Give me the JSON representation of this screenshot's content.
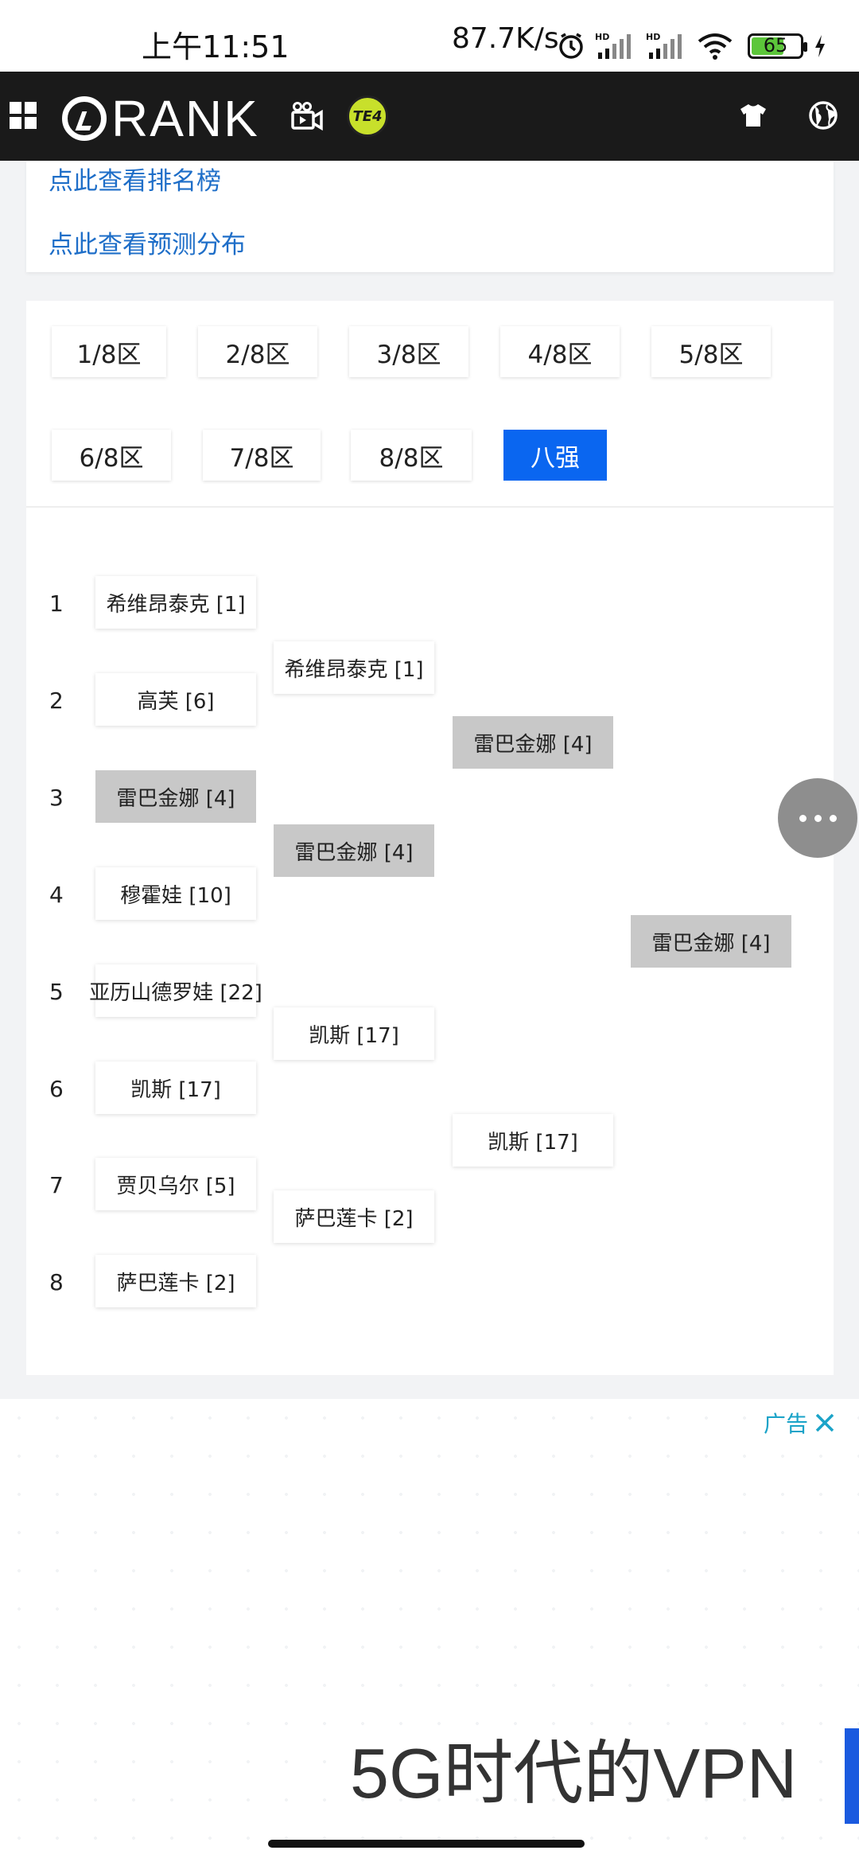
{
  "status_bar": {
    "time": "上午11:51",
    "net_speed": "87.7K/s",
    "battery": "65"
  },
  "app_bar": {
    "logo_text": "RANK",
    "badge_text": "TE4"
  },
  "links": {
    "ranking": "点此查看排名榜",
    "prediction": "点此查看预测分布"
  },
  "tabs": [
    {
      "label": "1/8区",
      "active": false
    },
    {
      "label": "2/8区",
      "active": false
    },
    {
      "label": "3/8区",
      "active": false
    },
    {
      "label": "4/8区",
      "active": false
    },
    {
      "label": "5/8区",
      "active": false
    },
    {
      "label": "6/8区",
      "active": false
    },
    {
      "label": "7/8区",
      "active": false
    },
    {
      "label": "8/8区",
      "active": false
    },
    {
      "label": "八强",
      "active": true
    }
  ],
  "bracket": {
    "seeds": [
      "1",
      "2",
      "3",
      "4",
      "5",
      "6",
      "7",
      "8"
    ],
    "round1": [
      "希维昂泰克 [1]",
      "高芙 [6]",
      "雷巴金娜 [4]",
      "穆霍娃 [10]",
      "亚历山德罗娃 [22]",
      "凯斯 [17]",
      "贾贝乌尔 [5]",
      "萨巴莲卡 [2]"
    ],
    "round2": [
      "希维昂泰克 [1]",
      "雷巴金娜 [4]",
      "凯斯 [17]",
      "萨巴莲卡 [2]"
    ],
    "round3": [
      "雷巴金娜 [4]",
      "凯斯 [17]"
    ],
    "final": "雷巴金娜 [4]"
  },
  "ad": {
    "label": "广告",
    "title": "5G时代的VPN"
  },
  "colors": {
    "accent": "#0a66f0",
    "link": "#1e6ec8",
    "winner_bg": "#c8c8c8",
    "appbar_bg": "#1a1a1a"
  }
}
